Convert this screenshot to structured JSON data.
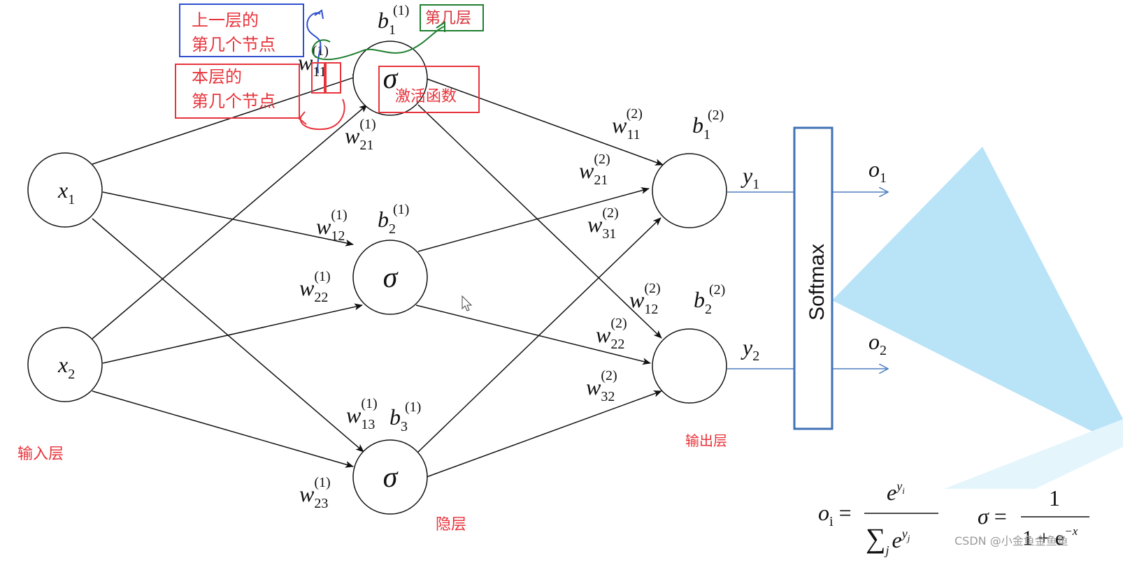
{
  "colors": {
    "edge": "#111111",
    "output_line": "#4f7fbf",
    "softmax_border": "#3f72b4",
    "annotation_blue": "#2f4fcf",
    "annotation_red": "#e8333b",
    "annotation_green": "#1f7f2f",
    "cone": "#b9e3f7"
  },
  "input_nodes": [
    {
      "var": "x",
      "sub": "1"
    },
    {
      "var": "x",
      "sub": "2"
    }
  ],
  "hidden_nodes": [
    {
      "symbol": "σ",
      "bias": "b",
      "bias_sub": "1",
      "bias_sup": "(1)"
    },
    {
      "symbol": "σ",
      "bias": "b",
      "bias_sub": "2",
      "bias_sup": "(1)"
    },
    {
      "symbol": "σ",
      "bias": "b",
      "bias_sub": "3",
      "bias_sup": "(1)"
    }
  ],
  "output_nodes": [
    {
      "bias": "b",
      "bias_sub": "1",
      "bias_sup": "(2)",
      "out_var": "y",
      "out_sub": "1",
      "final_var": "o",
      "final_sub": "1"
    },
    {
      "bias": "b",
      "bias_sub": "2",
      "bias_sup": "(2)",
      "out_var": "y",
      "out_sub": "2",
      "final_var": "o",
      "final_sub": "2"
    }
  ],
  "weights_layer1": [
    {
      "sub": "11",
      "sup": "(1)"
    },
    {
      "sub": "21",
      "sup": "(1)"
    },
    {
      "sub": "12",
      "sup": "(1)"
    },
    {
      "sub": "22",
      "sup": "(1)"
    },
    {
      "sub": "13",
      "sup": "(1)"
    },
    {
      "sub": "23",
      "sup": "(1)"
    }
  ],
  "weights_layer2": [
    {
      "sub": "11",
      "sup": "(2)"
    },
    {
      "sub": "21",
      "sup": "(2)"
    },
    {
      "sub": "31",
      "sup": "(2)"
    },
    {
      "sub": "12",
      "sup": "(2)"
    },
    {
      "sub": "22",
      "sup": "(2)"
    },
    {
      "sub": "32",
      "sup": "(2)"
    }
  ],
  "softmax_label": "Softmax",
  "layer_labels": {
    "input": "输入层",
    "hidden": "隐层",
    "output": "输出层"
  },
  "annotations": {
    "prev_layer_node": [
      "上一层的",
      "第几个节点"
    ],
    "this_layer_node": [
      "本层的",
      "第几个节点"
    ],
    "layer_index": "第几层",
    "activation": "激活函数"
  },
  "formulas": {
    "softmax": {
      "lhs": "o",
      "lhs_sub": "i",
      "num": "e",
      "num_sup": "y",
      "num_sup_sub": "i",
      "den_sum": "∑",
      "den_sum_sub": "j",
      "den": "e",
      "den_sup": "y",
      "den_sup_sub": "j"
    },
    "sigmoid": {
      "lhs": "σ",
      "num": "1",
      "den": "1 + e",
      "den_sup": "−x"
    }
  },
  "watermark": "CSDN @小金鱼金鱼鱼"
}
